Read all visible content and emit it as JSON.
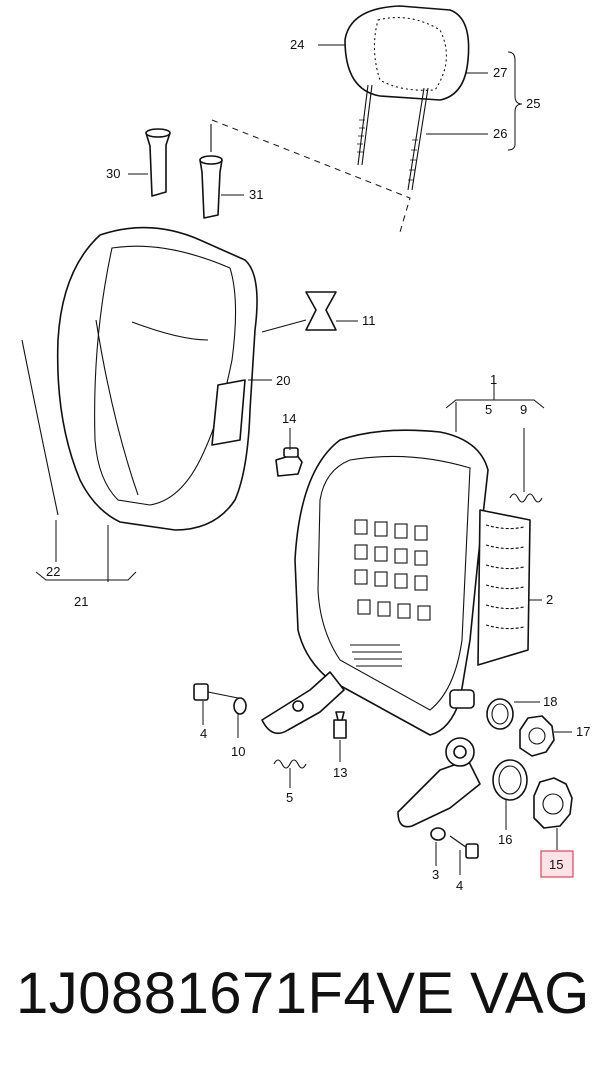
{
  "callouts": {
    "c24": "24",
    "c27": "27",
    "c25": "25",
    "c26": "26",
    "c30": "30",
    "c31": "31",
    "c11": "11",
    "c20": "20",
    "c14": "14",
    "c1": "1",
    "c5a": "5",
    "c9": "9",
    "c2": "2",
    "c22": "22",
    "c21": "21",
    "c4a": "4",
    "c10": "10",
    "c13": "13",
    "c5b": "5",
    "c18": "18",
    "c17": "17",
    "c16": "16",
    "c15": "15",
    "c3": "3",
    "c4b": "4"
  },
  "highlighted_callout": "15",
  "caption": {
    "part_number": "1J0881671F4VE",
    "brand": "VAG"
  },
  "colors": {
    "line": "#111111",
    "highlight_fill": "#fde3e6",
    "highlight_stroke": "#d9455a"
  }
}
